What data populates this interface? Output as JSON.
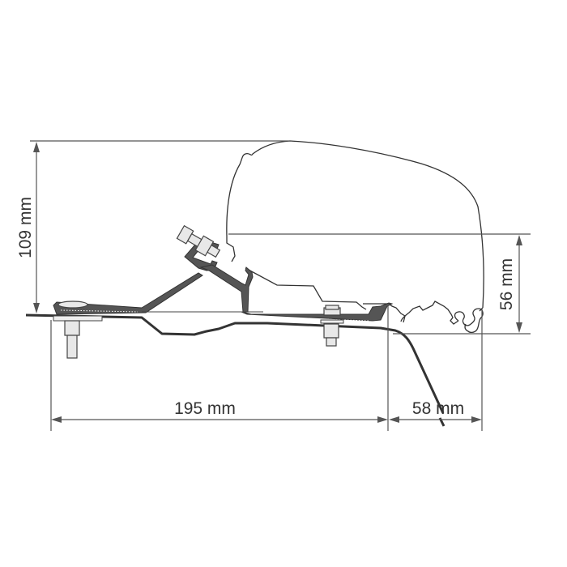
{
  "diagram": {
    "type": "technical-dimension-drawing",
    "subject": "awning adapter bracket profile",
    "colors": {
      "dimension_lines": "#555555",
      "profile_fill": "#555555",
      "outline": "#333333",
      "bolt_fill": "#e8e8e8",
      "background": "#ffffff"
    },
    "dimensions": {
      "total_height": {
        "label": "109 mm",
        "orientation": "vertical"
      },
      "awning_height": {
        "label": "56 mm",
        "orientation": "vertical"
      },
      "base_width": {
        "label": "195 mm",
        "orientation": "horizontal"
      },
      "overhang_width": {
        "label": "58 mm",
        "orientation": "horizontal"
      }
    }
  }
}
